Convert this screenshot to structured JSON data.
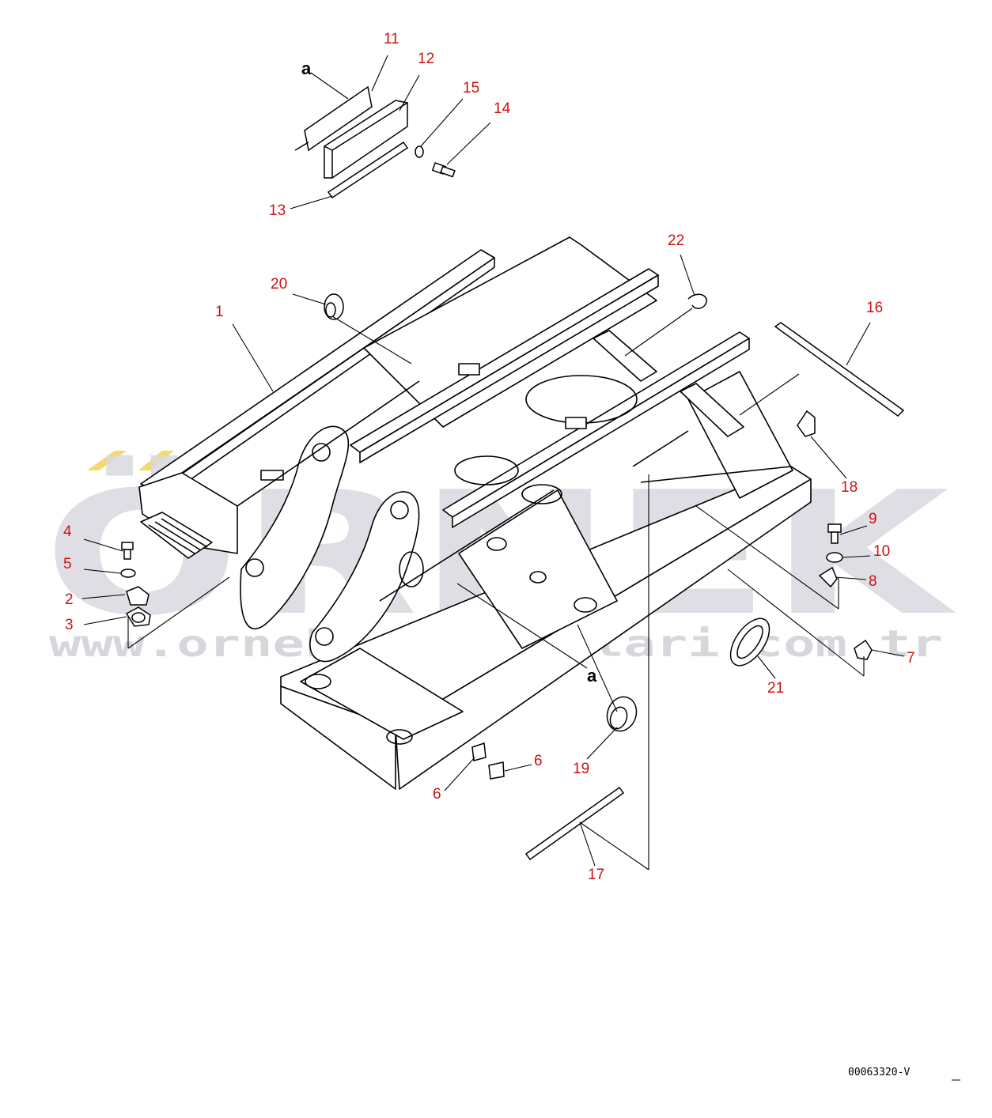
{
  "colors": {
    "callout": "#cc1111",
    "line": "#000000",
    "watermark": "#d9d9e0",
    "watermark_accent": "#f5d96b"
  },
  "watermark": {
    "brand": "ÖRNEK",
    "url": "www.ornekismakinalari.com.tr"
  },
  "drawing_code": "00063320-V",
  "ref_mark": "a",
  "callouts": [
    {
      "id": "c1",
      "label": "1"
    },
    {
      "id": "c2",
      "label": "2"
    },
    {
      "id": "c3",
      "label": "3"
    },
    {
      "id": "c4",
      "label": "4"
    },
    {
      "id": "c5",
      "label": "5"
    },
    {
      "id": "c6a",
      "label": "6"
    },
    {
      "id": "c6b",
      "label": "6"
    },
    {
      "id": "c7",
      "label": "7"
    },
    {
      "id": "c8",
      "label": "8"
    },
    {
      "id": "c9",
      "label": "9"
    },
    {
      "id": "c10",
      "label": "10"
    },
    {
      "id": "c11",
      "label": "11"
    },
    {
      "id": "c12",
      "label": "12"
    },
    {
      "id": "c13",
      "label": "13"
    },
    {
      "id": "c14",
      "label": "14"
    },
    {
      "id": "c15",
      "label": "15"
    },
    {
      "id": "c16",
      "label": "16"
    },
    {
      "id": "c17",
      "label": "17"
    },
    {
      "id": "c18",
      "label": "18"
    },
    {
      "id": "c19",
      "label": "19"
    },
    {
      "id": "c20",
      "label": "20"
    },
    {
      "id": "c21",
      "label": "21"
    },
    {
      "id": "c22",
      "label": "22"
    }
  ]
}
